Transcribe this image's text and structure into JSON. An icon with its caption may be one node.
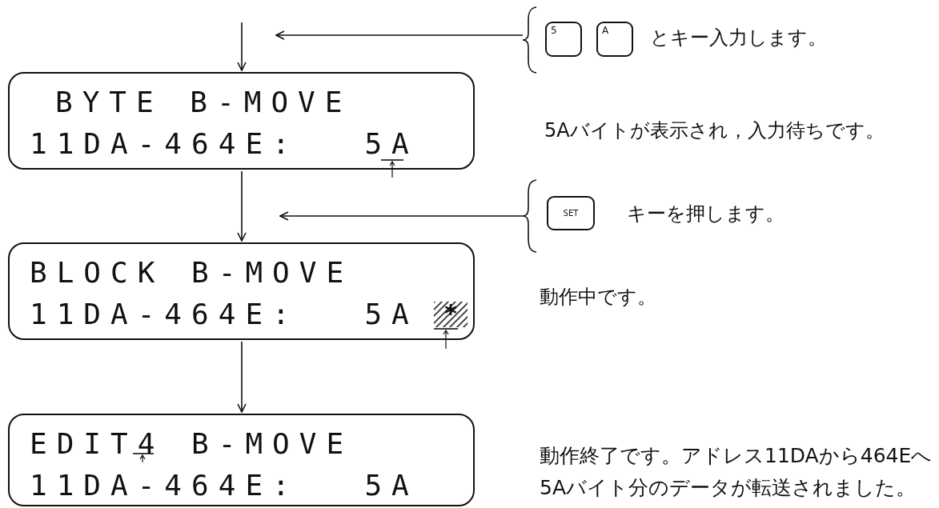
{
  "diagram": {
    "nodes": [
      {
        "text": [],
        "shape": "brace"
      },
      {
        "text": [
          "5"
        ]
      },
      {
        "text": [
          "A"
        ]
      },
      {
        "text": [
          "BYTE B-MOVE",
          "11DA-464E: 5A"
        ]
      },
      {
        "text": [],
        "shape": "brace"
      },
      {
        "text": [
          "SET"
        ]
      },
      {
        "text": [
          "BLOCK B-MOVE",
          "11DA-464E: 5A",
          "*"
        ]
      },
      {
        "text": [
          "EDIT4 B-MOVE",
          "11DA-464E: 5A"
        ]
      }
    ],
    "edges": [
      {
        "from": null,
        "to": 3,
        "arrow": "to"
      },
      {
        "from": 0,
        "to": null,
        "arrow": "to"
      },
      {
        "from": 3,
        "to": 6,
        "arrow": "to"
      },
      {
        "from": 4,
        "to": null,
        "arrow": "to"
      },
      {
        "from": 6,
        "to": 7,
        "arrow": "to"
      }
    ],
    "labels": [
      "とキー入力します。",
      "5Aバイトが表示され，入力待ちです。",
      "キーを押します。",
      "動作中です。",
      "動作終了です。アドレス11DAから464Eへ5Aバイト分のデータが転送されました。"
    ]
  }
}
